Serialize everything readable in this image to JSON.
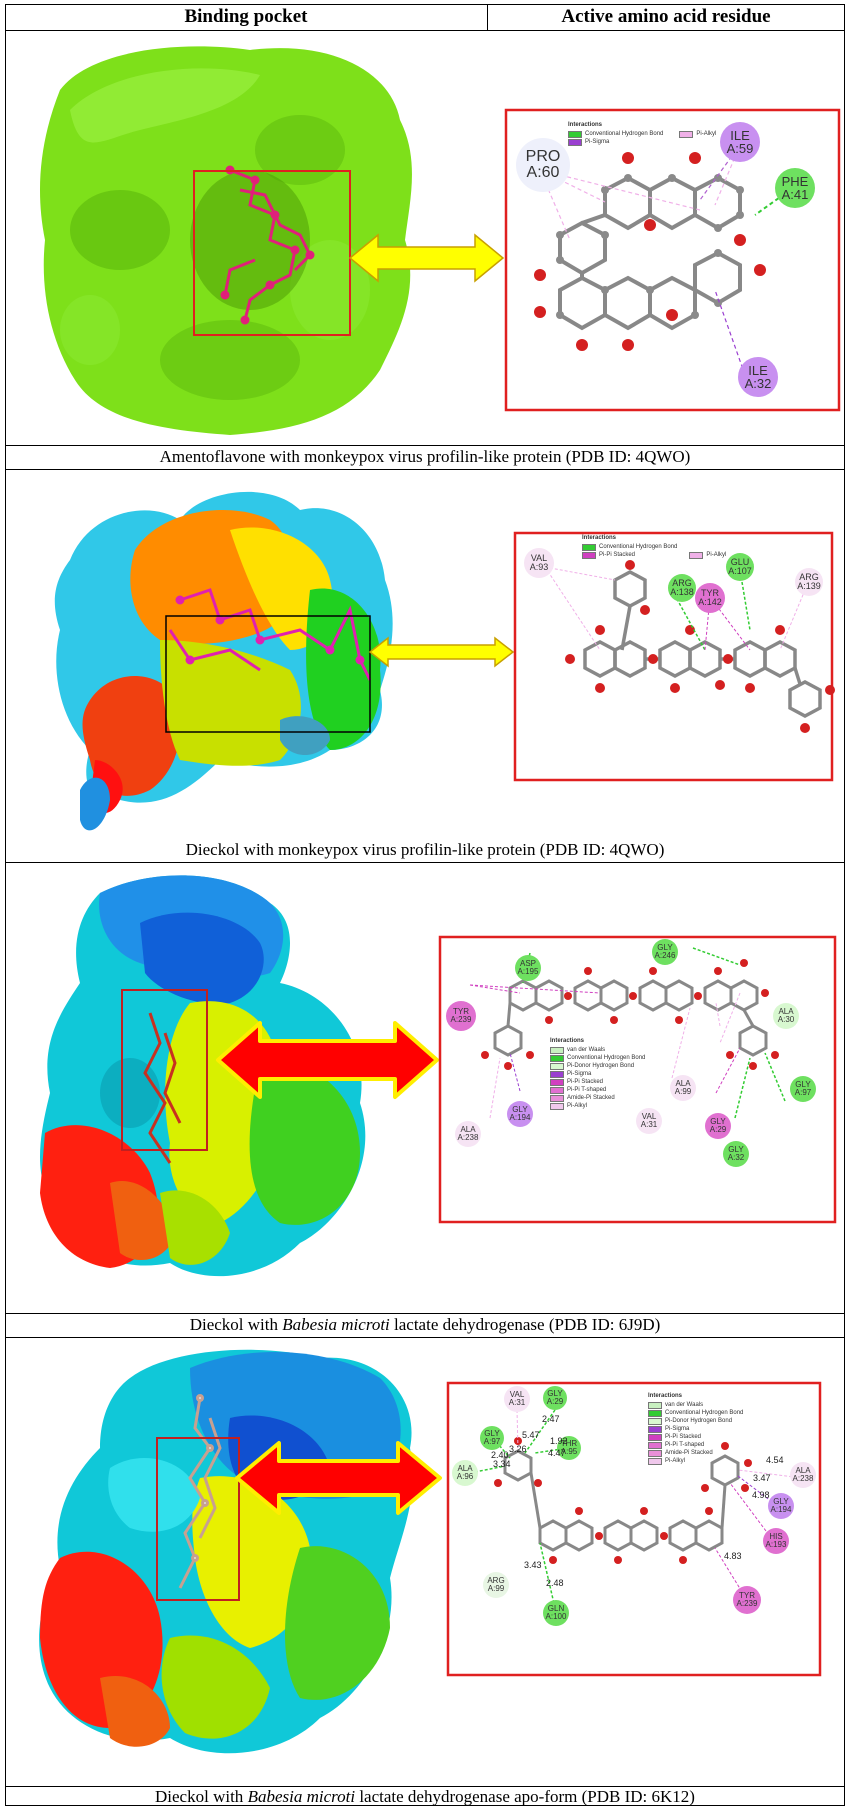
{
  "header": {
    "col1": "Binding pocket",
    "col2": "Active amino acid residue"
  },
  "captions": {
    "p1": "Amentoflavone with monkeypox virus profilin-like protein (PDB ID: 4QWO)",
    "p2": "Dieckol with monkeypox virus profilin-like protein (PDB ID: 4QWO)",
    "p3_pre": "Dieckol with ",
    "p3_it": "Babesia microti",
    "p3_post": " lactate dehydrogenase (PDB ID: 6J9D)",
    "p4_pre": "Dieckol with ",
    "p4_it": "Babesia microti",
    "p4_post": " lactate dehydrogenase apo-form (PDB ID: 6K12)"
  },
  "colors": {
    "frame_red": "#e02020",
    "arrow_yellow": "#ffff00",
    "arrow_red": "#ff0000",
    "ligand_magenta": "#e0207a",
    "hbond_green": "#33cc33",
    "pi_sigma": "#9a3fd0",
    "pi_alkyl": "#f0b0e8",
    "carbon": "#8a8a8a",
    "oxygen": "#d42020"
  },
  "panel1": {
    "legend_title": "Interactions",
    "legend": [
      {
        "label": "Conventional Hydrogen Bond",
        "color": "#33cc33"
      },
      {
        "label": "Pi-Sigma",
        "color": "#9a3fd0"
      },
      {
        "label": "Pi-Alkyl",
        "color": "#f0b0e8"
      }
    ],
    "residues": [
      {
        "name": "PRO",
        "id": "A:60"
      },
      {
        "name": "ILE",
        "id": "A:59"
      },
      {
        "name": "PHE",
        "id": "A:41"
      },
      {
        "name": "ILE",
        "id": "A:32"
      }
    ]
  },
  "panel2": {
    "legend_title": "Interactions",
    "legend": [
      {
        "label": "Conventional Hydrogen Bond",
        "color": "#33cc33"
      },
      {
        "label": "Pi-Pi Stacked",
        "color": "#d040c0"
      },
      {
        "label": "Pi-Alkyl",
        "color": "#f0b0e8"
      }
    ],
    "residues": [
      {
        "name": "VAL",
        "id": "A:93"
      },
      {
        "name": "ARG",
        "id": "A:138"
      },
      {
        "name": "TYR",
        "id": "A:142"
      },
      {
        "name": "GLU",
        "id": "A:107"
      },
      {
        "name": "ARG",
        "id": "A:139"
      }
    ]
  },
  "panel3": {
    "legend_title": "Interactions",
    "legend": [
      {
        "label": "van der Waals",
        "color": "#c8f0c0"
      },
      {
        "label": "Conventional Hydrogen Bond",
        "color": "#33cc33"
      },
      {
        "label": "Pi-Donor Hydrogen Bond",
        "color": "#d8f8d0"
      },
      {
        "label": "Pi-Sigma",
        "color": "#9a3fd0"
      },
      {
        "label": "Pi-Pi Stacked",
        "color": "#d040c0"
      },
      {
        "label": "Pi-Pi T-shaped",
        "color": "#e070d0"
      },
      {
        "label": "Amide-Pi Stacked",
        "color": "#e890d8"
      },
      {
        "label": "Pi-Alkyl",
        "color": "#f0c8ec"
      }
    ],
    "residues": [
      {
        "name": "ASP",
        "id": "A:195"
      },
      {
        "name": "GLY",
        "id": "A:246"
      },
      {
        "name": "TYR",
        "id": "A:239"
      },
      {
        "name": "ALA",
        "id": "A:30"
      },
      {
        "name": "ALA",
        "id": "A:99"
      },
      {
        "name": "VAL",
        "id": "A:31"
      },
      {
        "name": "GLY",
        "id": "A:194"
      },
      {
        "name": "ALA",
        "id": "A:238"
      },
      {
        "name": "GLY",
        "id": "A:29"
      },
      {
        "name": "GLY",
        "id": "A:97"
      },
      {
        "name": "GLY",
        "id": "A:32"
      }
    ]
  },
  "panel4": {
    "legend_title": "Interactions",
    "legend": [
      {
        "label": "van der Waals",
        "color": "#c8f0c0"
      },
      {
        "label": "Conventional Hydrogen Bond",
        "color": "#33cc33"
      },
      {
        "label": "Pi-Donor Hydrogen Bond",
        "color": "#d8f8d0"
      },
      {
        "label": "Pi-Sigma",
        "color": "#9a3fd0"
      },
      {
        "label": "Pi-Pi Stacked",
        "color": "#d040c0"
      },
      {
        "label": "Pi-Pi T-shaped",
        "color": "#e070d0"
      },
      {
        "label": "Amide-Pi Stacked",
        "color": "#e890d8"
      },
      {
        "label": "Pi-Alkyl",
        "color": "#f0c8ec"
      }
    ],
    "residues": [
      {
        "name": "VAL",
        "id": "A:31"
      },
      {
        "name": "GLY",
        "id": "A:29"
      },
      {
        "name": "GLY",
        "id": "A:97"
      },
      {
        "name": "THR",
        "id": "A:95"
      },
      {
        "name": "ALA",
        "id": "A:96"
      },
      {
        "name": "ARG",
        "id": "A:99"
      },
      {
        "name": "GLN",
        "id": "A:100"
      },
      {
        "name": "ALA",
        "id": "A:238"
      },
      {
        "name": "GLY",
        "id": "A:194"
      },
      {
        "name": "HIS",
        "id": "A:193"
      },
      {
        "name": "TYR",
        "id": "A:239"
      }
    ],
    "distances": [
      "2.47",
      "5.47",
      "1.92",
      "3.26",
      "2.40",
      "3.34",
      "4.47",
      "3.43",
      "2.48",
      "4.54",
      "3.47",
      "4.98",
      "4.83"
    ]
  }
}
